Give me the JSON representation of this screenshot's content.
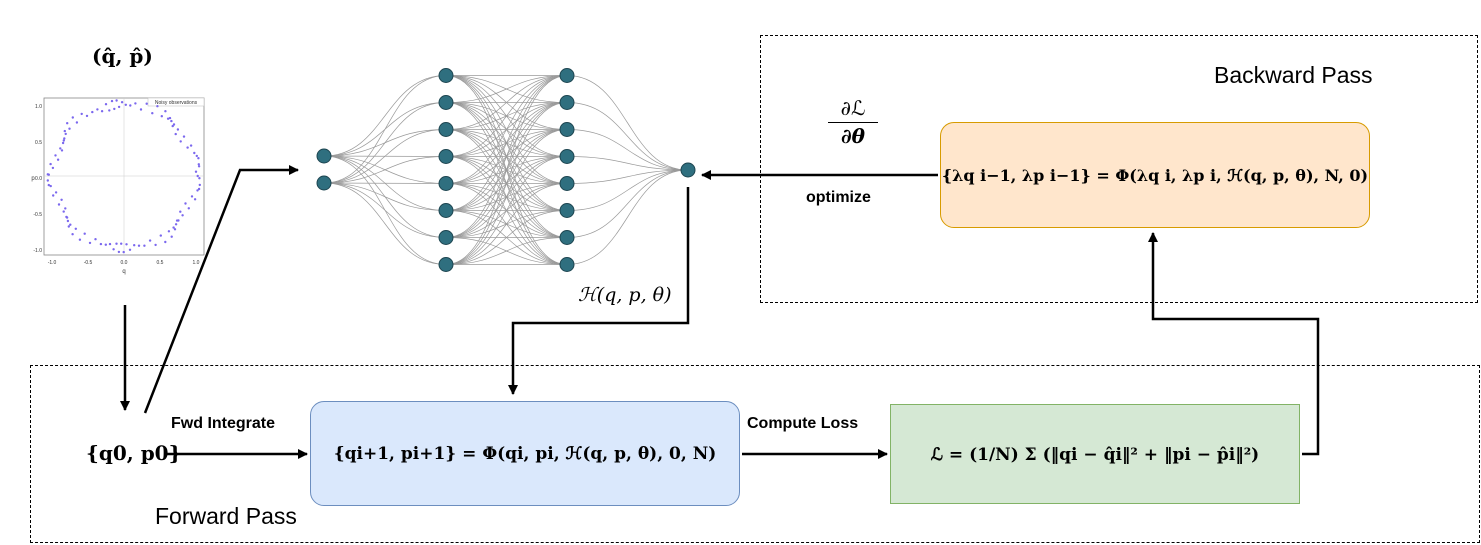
{
  "backward_pass": {
    "title": "Backward Pass",
    "gradient_numerator": "∂ℒ",
    "gradient_denominator": "∂θ",
    "optimize_label": "optimize",
    "adjoint_equation": "{λq i−1, λp i−1} = Φ(λq i, λp i, ℋ(q, p, θ), N, 0)"
  },
  "forward_pass": {
    "title": "Forward Pass",
    "fwd_integrate_label": "Fwd Integrate",
    "compute_loss_label": "Compute Loss",
    "initial_state": "{q0, p0}",
    "integrate_equation": "{qi+1, pi+1} = Φ(qi, pi, ℋ(q, p, θ), 0, N)",
    "loss_equation": "ℒ = (1/N) Σ (‖qi − q̂i‖² + ‖pi − p̂i‖²)"
  },
  "network": {
    "output_label": "ℋ(q, p, θ)",
    "layers": [
      2,
      8,
      8,
      1
    ],
    "node_color": "#2f6f7f"
  },
  "observations": {
    "label": "(q̂, p̂)",
    "plot_title": "Noisy observations",
    "xlabel": "q",
    "ylabel": "p",
    "xticks": [
      "-1.0",
      "-0.5",
      "0.0",
      "0.5",
      "1.0"
    ],
    "yticks": [
      "1.0",
      "0.5",
      "0.0",
      "-0.5",
      "-1.0"
    ]
  },
  "colors": {
    "adjoint_box_fill": "#ffe6cc",
    "adjoint_box_border": "#d79b00",
    "integrate_box_fill": "#dae8fc",
    "integrate_box_border": "#6c8ebf",
    "loss_box_fill": "#d5e8d4",
    "loss_box_border": "#82b366",
    "scatter_point": "#7b68ee"
  }
}
